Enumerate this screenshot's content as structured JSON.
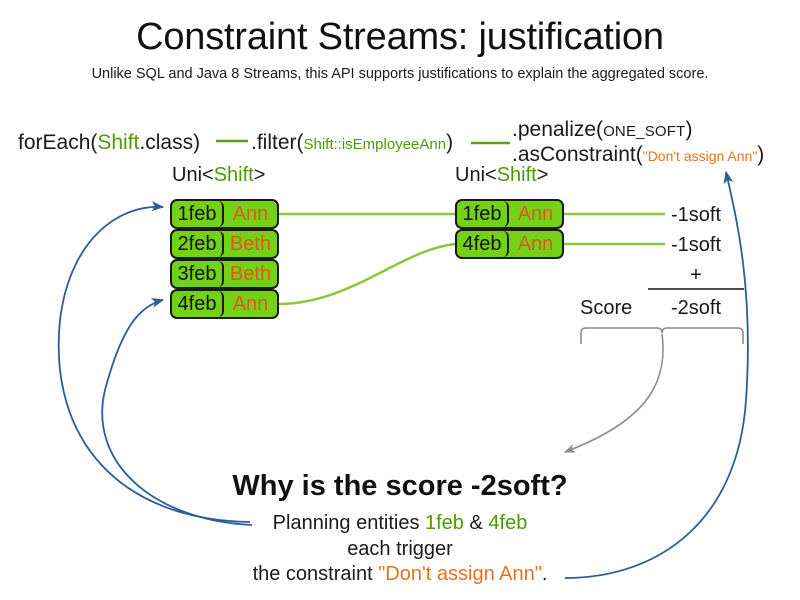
{
  "slide": {
    "title": "Constraint Streams: justification",
    "subtitle": "Unlike SQL and Java 8 Streams, this API supports justifications to explain the aggregated score."
  },
  "code": {
    "foreach": {
      "method": "forEach(",
      "type": "Shift",
      "tail": ".class)"
    },
    "filter": {
      "method": ".filter(",
      "arg": "Shift::isEmployeeAnn",
      "tail": ")"
    },
    "penalize": {
      "method": ".penalize(",
      "arg": "ONE_SOFT",
      "tail": ")"
    },
    "as_constraint": {
      "method": ".asConstraint(",
      "arg": "\"Don't assign Ann\"",
      "tail": ")"
    }
  },
  "stream_labels": {
    "left": {
      "prefix": "Uni<",
      "type": "Shift",
      "suffix": ">"
    },
    "right": {
      "prefix": "Uni<",
      "type": "Shift",
      "suffix": ">"
    }
  },
  "left_tuples": [
    {
      "date": "1feb",
      "employee": "Ann"
    },
    {
      "date": "2feb",
      "employee": "Beth"
    },
    {
      "date": "3feb",
      "employee": "Beth"
    },
    {
      "date": "4feb",
      "employee": "Ann"
    }
  ],
  "right_tuples": [
    {
      "date": "1feb",
      "employee": "Ann",
      "penalty": "-1soft"
    },
    {
      "date": "4feb",
      "employee": "Ann",
      "penalty": "-1soft"
    }
  ],
  "score": {
    "label": "Score",
    "operator": "+",
    "total": "-2soft"
  },
  "explanation": {
    "heading": "Why is the score -2soft?",
    "line1_pre": "Planning entities ",
    "line1_entity_a": "1feb",
    "line1_amp": " & ",
    "line1_entity_b": "4feb",
    "line2": "each trigger",
    "line3_pre": "the constraint ",
    "line3_constraint": "\"Don't assign Ann\"",
    "line3_post": "."
  },
  "colors": {
    "tuple_fill": "#73d216",
    "tuple_border": "#1a1a1a",
    "employee_text": "#e8541e",
    "type_green": "#4e9a06",
    "constraint_orange": "#e8731c",
    "stream_line": "#8cc63f",
    "justification_arrow": "#2a5d99",
    "score_arrow": "#808080"
  }
}
